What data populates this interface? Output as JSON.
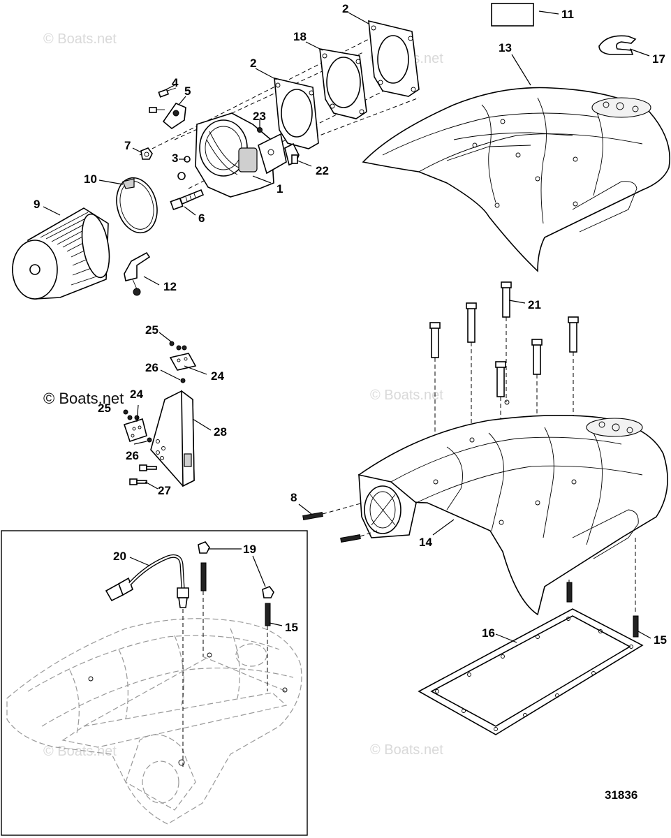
{
  "watermark_text": "© Boats.net",
  "diagram_number": "31836",
  "callouts": {
    "c1": "1",
    "c2a": "2",
    "c2b": "2",
    "c3": "3",
    "c4": "4",
    "c5": "5",
    "c6": "6",
    "c7": "7",
    "c8": "8",
    "c9": "9",
    "c10": "10",
    "c11": "11",
    "c12": "12",
    "c13": "13",
    "c14": "14",
    "c15a": "15",
    "c15b": "15",
    "c16": "16",
    "c17": "17",
    "c18": "18",
    "c19": "19",
    "c20": "20",
    "c21": "21",
    "c22": "22",
    "c23": "23",
    "c24a": "24",
    "c24b": "24",
    "c25a": "25",
    "c25b": "25",
    "c26a": "26",
    "c26b": "26",
    "c27": "27",
    "c28": "28"
  }
}
